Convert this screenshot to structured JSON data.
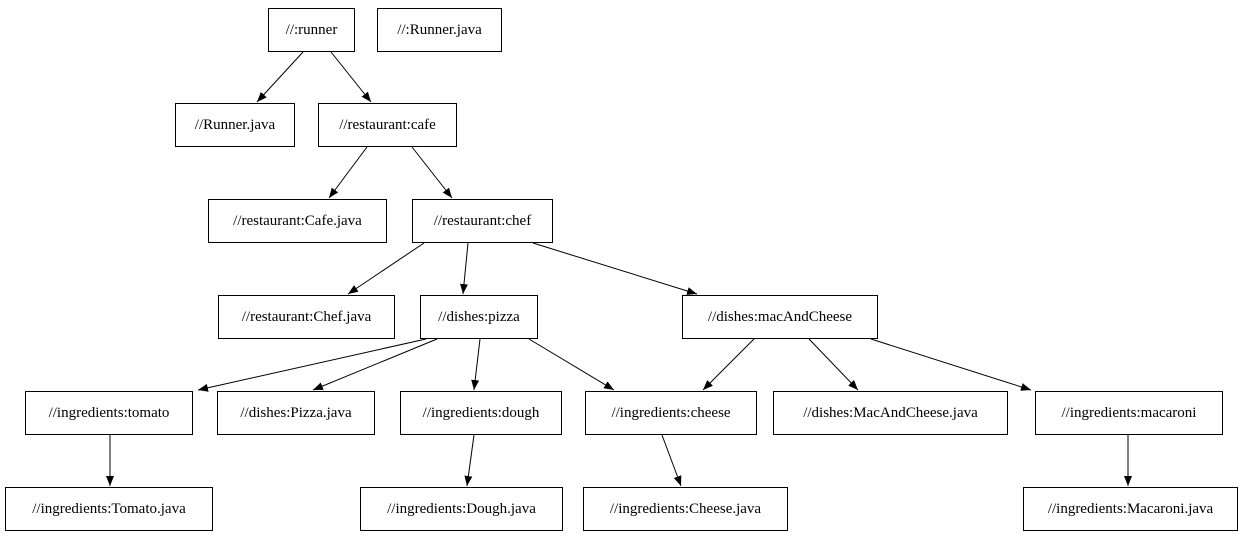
{
  "diagram": {
    "type": "dependency-graph",
    "colors": {
      "background": "#ffffff",
      "node_fill": "#ffffff",
      "node_border": "#000000",
      "text": "#000000",
      "edge": "#000000"
    },
    "nodes": [
      {
        "id": "runner",
        "label": "//:runner"
      },
      {
        "id": "runner_java_iso",
        "label": "//:Runner.java"
      },
      {
        "id": "runner_java",
        "label": "//Runner.java"
      },
      {
        "id": "cafe",
        "label": "//restaurant:cafe"
      },
      {
        "id": "cafe_java",
        "label": "//restaurant:Cafe.java"
      },
      {
        "id": "chef",
        "label": "//restaurant:chef"
      },
      {
        "id": "chef_java",
        "label": "//restaurant:Chef.java"
      },
      {
        "id": "pizza",
        "label": "//dishes:pizza"
      },
      {
        "id": "mac",
        "label": "//dishes:macAndCheese"
      },
      {
        "id": "tomato",
        "label": "//ingredients:tomato"
      },
      {
        "id": "pizza_java",
        "label": "//dishes:Pizza.java"
      },
      {
        "id": "dough",
        "label": "//ingredients:dough"
      },
      {
        "id": "cheese",
        "label": "//ingredients:cheese"
      },
      {
        "id": "mac_java",
        "label": "//dishes:MacAndCheese.java"
      },
      {
        "id": "macaroni",
        "label": "//ingredients:macaroni"
      },
      {
        "id": "tomato_java",
        "label": "//ingredients:Tomato.java"
      },
      {
        "id": "dough_java",
        "label": "//ingredients:Dough.java"
      },
      {
        "id": "cheese_java",
        "label": "//ingredients:Cheese.java"
      },
      {
        "id": "macaroni_java",
        "label": "//ingredients:Macaroni.java"
      }
    ],
    "edges": [
      {
        "from": "runner",
        "to": "runner_java"
      },
      {
        "from": "runner",
        "to": "cafe"
      },
      {
        "from": "cafe",
        "to": "cafe_java"
      },
      {
        "from": "cafe",
        "to": "chef"
      },
      {
        "from": "chef",
        "to": "chef_java"
      },
      {
        "from": "chef",
        "to": "pizza"
      },
      {
        "from": "chef",
        "to": "mac"
      },
      {
        "from": "pizza",
        "to": "tomato"
      },
      {
        "from": "pizza",
        "to": "pizza_java"
      },
      {
        "from": "pizza",
        "to": "dough"
      },
      {
        "from": "pizza",
        "to": "cheese"
      },
      {
        "from": "mac",
        "to": "cheese"
      },
      {
        "from": "mac",
        "to": "mac_java"
      },
      {
        "from": "mac",
        "to": "macaroni"
      },
      {
        "from": "tomato",
        "to": "tomato_java"
      },
      {
        "from": "dough",
        "to": "dough_java"
      },
      {
        "from": "cheese",
        "to": "cheese_java"
      },
      {
        "from": "macaroni",
        "to": "macaroni_java"
      }
    ]
  }
}
